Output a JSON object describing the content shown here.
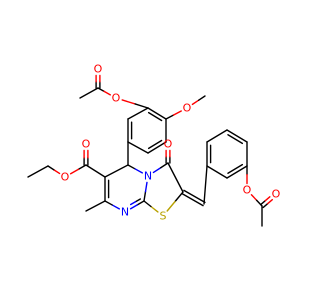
{
  "colors": {
    "carbon": "#000000",
    "oxygen": "#ff0000",
    "nitrogen": "#0000ff",
    "sulfur": "#b8a100"
  },
  "atom_labels": {
    "oxygen": "O",
    "nitrogen": "N",
    "sulfur": "S"
  }
}
